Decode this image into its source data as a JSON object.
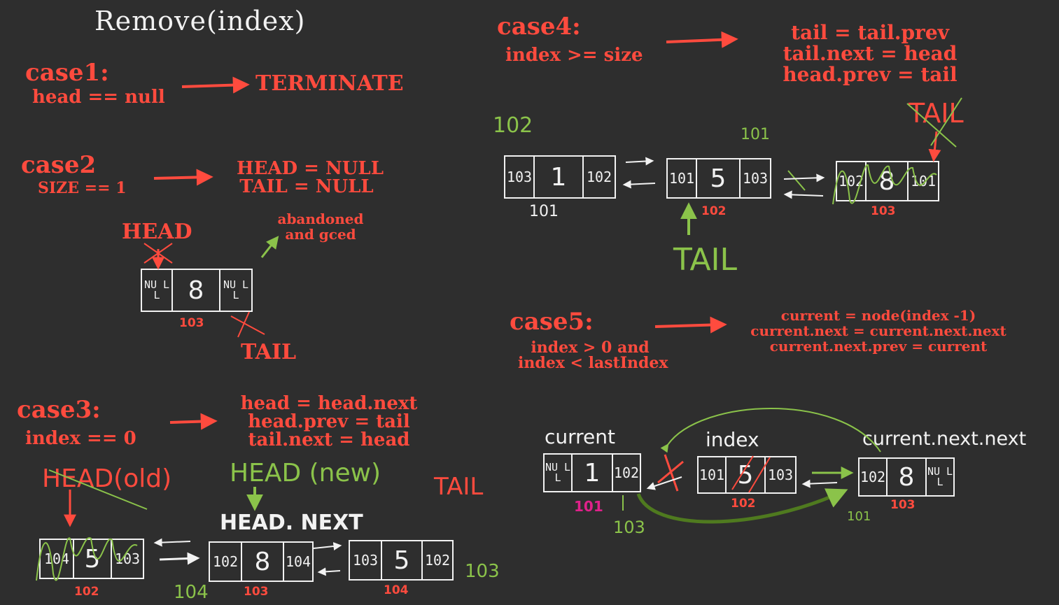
{
  "title": "Remove(index)",
  "case1": {
    "label": "case1:",
    "condition": "head == null",
    "action": "TERMINATE"
  },
  "case2": {
    "label": "case2",
    "condition": "SIZE == 1",
    "code": [
      "HEAD = NULL",
      "TAIL = NULL"
    ],
    "note": [
      "abandoned",
      "and gced"
    ],
    "head_label": "HEAD",
    "tail_label": "TAIL",
    "node": {
      "prev": "NU LL",
      "value": "8",
      "next": "NU LL",
      "addr": "103"
    }
  },
  "case3": {
    "label": "case3:",
    "condition": "index == 0",
    "code": [
      "head = head.next",
      "head.prev = tail",
      "tail.next = head"
    ],
    "old_head_label": "HEAD(old)",
    "new_head_label": "HEAD (new)",
    "head_next_label": "HEAD. NEXT",
    "tail_label": "TAIL",
    "nodes": [
      {
        "prev": "104",
        "value": "5",
        "next": "103",
        "addr": "102"
      },
      {
        "prev": "102",
        "value": "8",
        "next": "104",
        "addr": "103"
      },
      {
        "prev": "103",
        "value": "5",
        "next": "102",
        "addr": "104"
      }
    ],
    "extra_addrs": [
      "104",
      "103"
    ]
  },
  "case4": {
    "label": "case4:",
    "condition": "index >= size",
    "code": [
      "tail = tail.prev",
      "tail.next = head",
      "head.prev = tail"
    ],
    "tail_label_old": "TAIL",
    "tail_label_new": "TAIL",
    "nodes": [
      {
        "prev": "103",
        "value": "1",
        "next": "102",
        "addr": "101"
      },
      {
        "prev": "101",
        "value": "5",
        "next": "103",
        "addr": "102"
      },
      {
        "prev": "102",
        "value": "8",
        "next": "101",
        "addr": "103"
      }
    ],
    "green_addrs": [
      "102",
      "101"
    ]
  },
  "case5": {
    "label": "case5:",
    "condition": [
      "index > 0 and",
      "index < lastIndex"
    ],
    "code": [
      "current = node(index -1)",
      "current.next = current.next.next",
      "current.next.prev = current"
    ],
    "labels": {
      "current": "current",
      "index": "index",
      "next_next": "current.next.next"
    },
    "nodes": [
      {
        "prev": "NU LL",
        "value": "1",
        "next": "102",
        "addr": "101"
      },
      {
        "prev": "101",
        "value": "5",
        "next": "103",
        "addr": "102"
      },
      {
        "prev": "102",
        "value": "8",
        "next": "NU LL",
        "addr": "103"
      }
    ],
    "green_addrs": [
      "103",
      "101"
    ]
  },
  "colors": {
    "background": "#2e2e2e",
    "red": "#ff4b3e",
    "green": "#8bc34a",
    "white": "#f2f2f2",
    "dark_green": "#4f7a1f",
    "magenta": "#e0218a"
  }
}
